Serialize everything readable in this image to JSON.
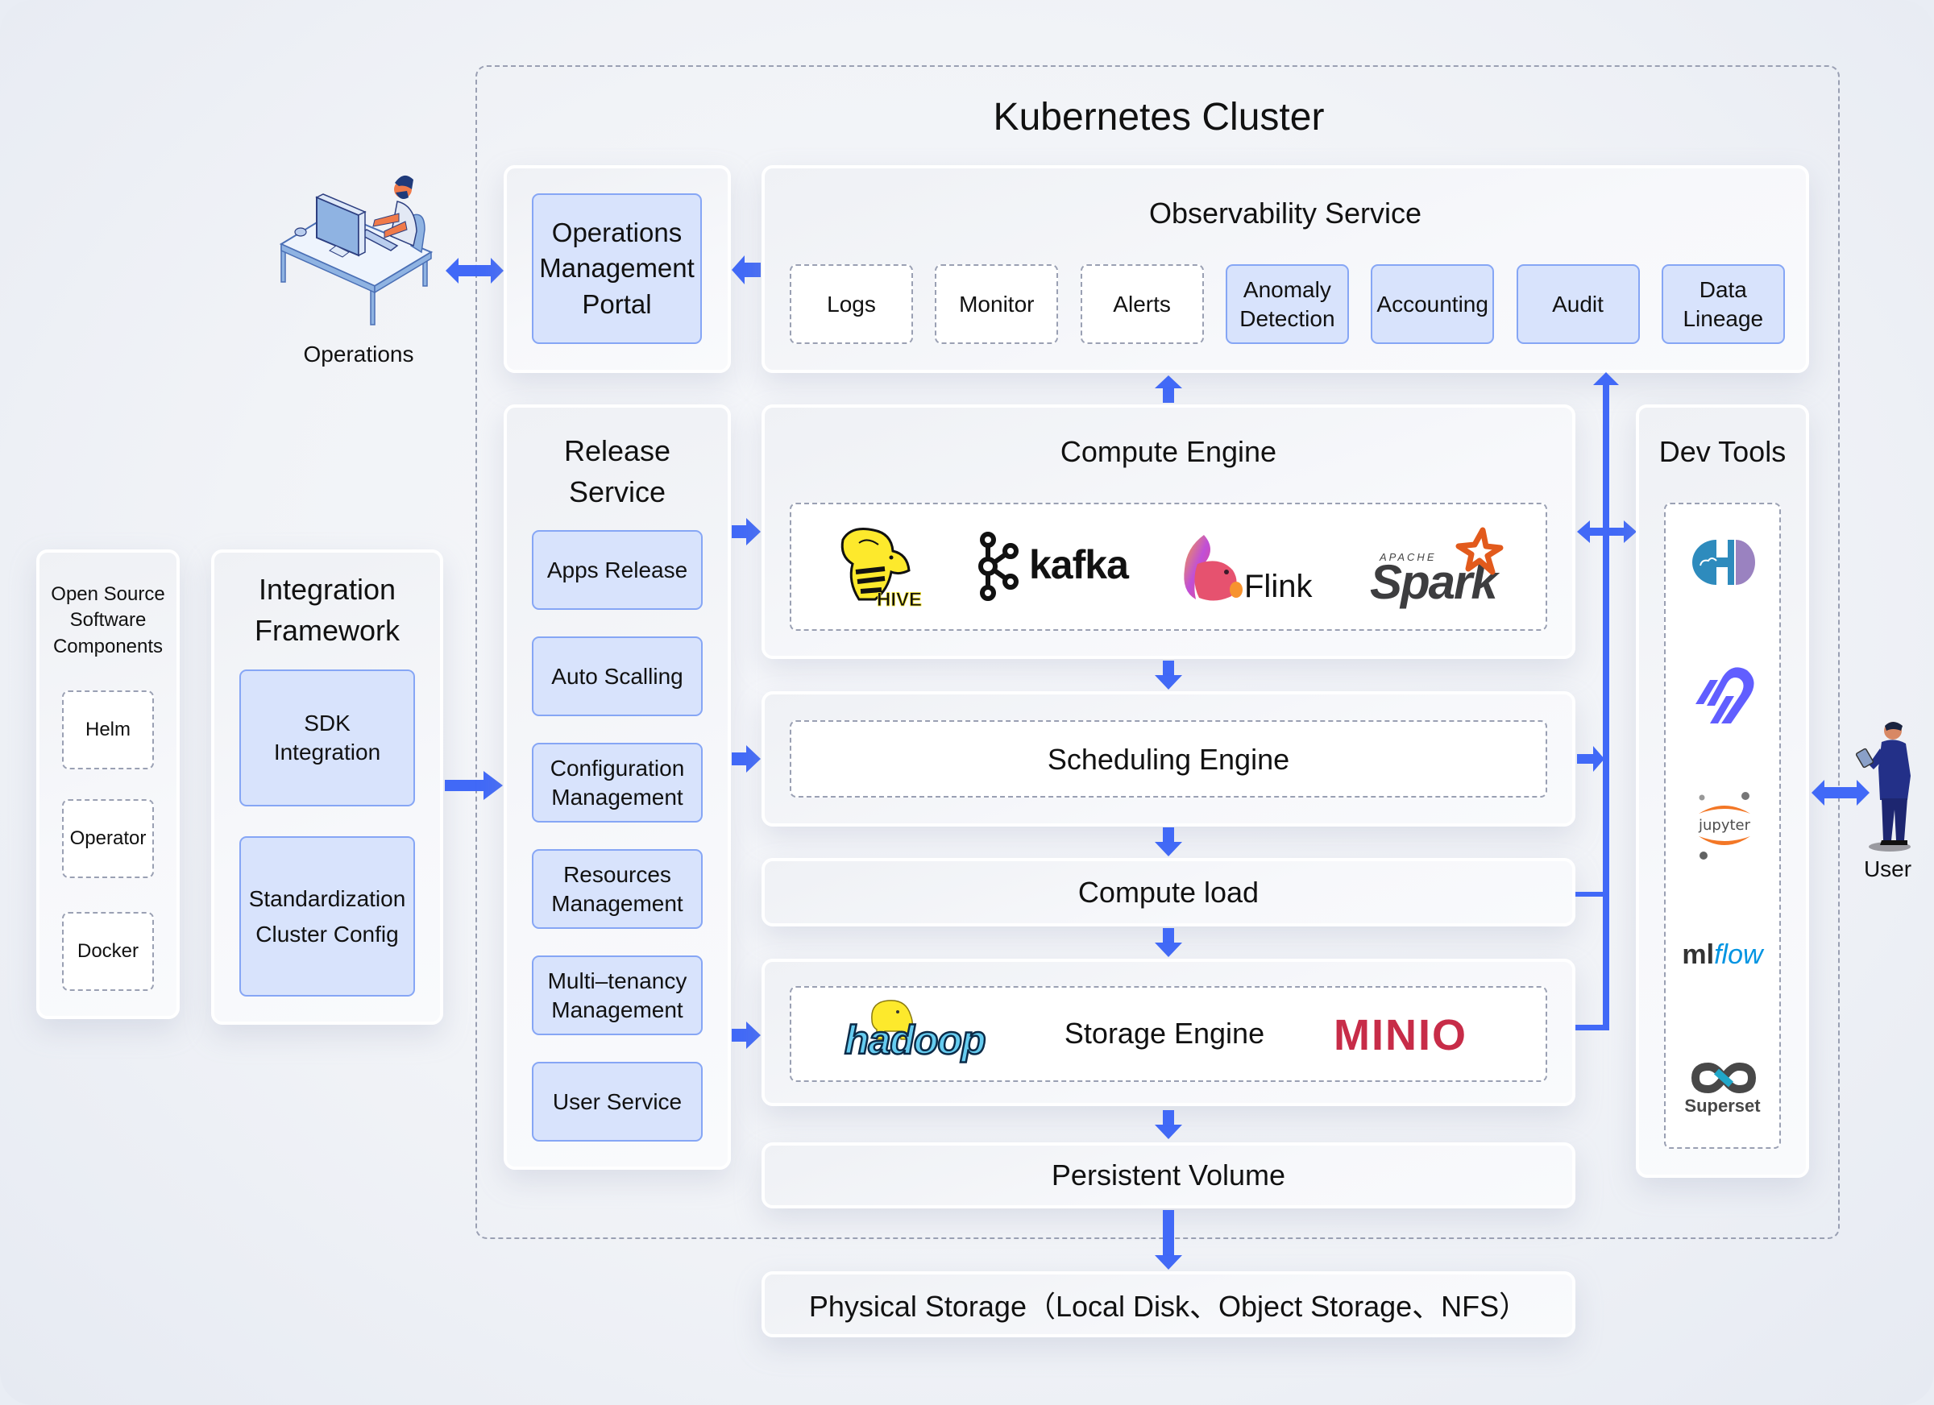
{
  "diagram": {
    "cluster_title": "Kubernetes Cluster",
    "actors": {
      "operations": {
        "label": "Operations",
        "icon": "operator-at-desk-icon"
      },
      "user": {
        "label": "User",
        "icon": "user-with-tablet-icon"
      }
    },
    "open_source": {
      "title_lines": [
        "Open Source",
        "Software",
        "Components"
      ],
      "items": [
        "Helm",
        "Operator",
        "Docker"
      ]
    },
    "integration": {
      "title_lines": [
        "Integration",
        "Framework"
      ],
      "items": [
        {
          "lines": [
            "SDK",
            "Integration"
          ]
        },
        {
          "lines": [
            "Standardization",
            "Cluster Config"
          ]
        }
      ]
    },
    "ops_portal": {
      "lines": [
        "Operations",
        "Management",
        "Portal"
      ]
    },
    "observability": {
      "title": "Observability Service",
      "items": [
        {
          "lines": [
            "Logs"
          ],
          "style": "dashed"
        },
        {
          "lines": [
            "Monitor"
          ],
          "style": "dashed"
        },
        {
          "lines": [
            "Alerts"
          ],
          "style": "dashed"
        },
        {
          "lines": [
            "Anomaly",
            "Detection"
          ],
          "style": "blue"
        },
        {
          "lines": [
            "Accounting"
          ],
          "style": "blue"
        },
        {
          "lines": [
            "Audit"
          ],
          "style": "blue"
        },
        {
          "lines": [
            "Data",
            "Lineage"
          ],
          "style": "blue"
        }
      ]
    },
    "release": {
      "title_lines": [
        "Release",
        "Service"
      ],
      "items": [
        {
          "lines": [
            "Apps Release"
          ]
        },
        {
          "lines": [
            "Auto Scalling"
          ]
        },
        {
          "lines": [
            "Configuration",
            "Management"
          ]
        },
        {
          "lines": [
            "Resources",
            "Management"
          ]
        },
        {
          "lines": [
            "Multi–tenancy",
            "Management"
          ]
        },
        {
          "lines": [
            "User Service"
          ]
        }
      ]
    },
    "compute_engine": {
      "title": "Compute Engine",
      "logos": [
        {
          "name": "hive",
          "text": "HIVE",
          "icon": "hive-logo-icon"
        },
        {
          "name": "kafka",
          "text": "kafka",
          "icon": "kafka-logo-icon"
        },
        {
          "name": "flink",
          "text": "Flink",
          "icon": "flink-logo-icon"
        },
        {
          "name": "spark",
          "text": "Spark",
          "superscript": "APACHE",
          "icon": "spark-logo-icon"
        }
      ]
    },
    "scheduling_engine": {
      "title": "Scheduling Engine"
    },
    "compute_load": {
      "title": "Compute load"
    },
    "storage_engine": {
      "title": "Storage Engine",
      "logos": [
        {
          "name": "hadoop",
          "text": "hadoop",
          "icon": "hadoop-logo-icon"
        },
        {
          "name": "minio",
          "text": "MINIO",
          "icon": "minio-logo-icon"
        }
      ]
    },
    "persistent_volume": {
      "title": "Persistent Volume"
    },
    "physical_storage": {
      "title": "Physical Storage（Local Disk、Object Storage、NFS）"
    },
    "dev_tools": {
      "title": "Dev Tools",
      "logos": [
        {
          "name": "hue",
          "icon": "hue-logo-icon"
        },
        {
          "name": "airbyte",
          "icon": "airbyte-logo-icon"
        },
        {
          "name": "jupyter",
          "text": "jupyter",
          "icon": "jupyter-logo-icon"
        },
        {
          "name": "mlflow",
          "text_a": "ml",
          "text_b": "flow",
          "icon": "mlflow-logo-icon"
        },
        {
          "name": "superset",
          "text": "Superset",
          "icon": "superset-logo-icon"
        }
      ]
    },
    "colors": {
      "arrow": "#4169f7",
      "blue_box_fill": "#d8e3fc",
      "blue_box_border": "#86a6f5",
      "dashed_border": "#9aa0b3",
      "minio": "#c72c48",
      "spark_star": "#e25a1c"
    }
  }
}
